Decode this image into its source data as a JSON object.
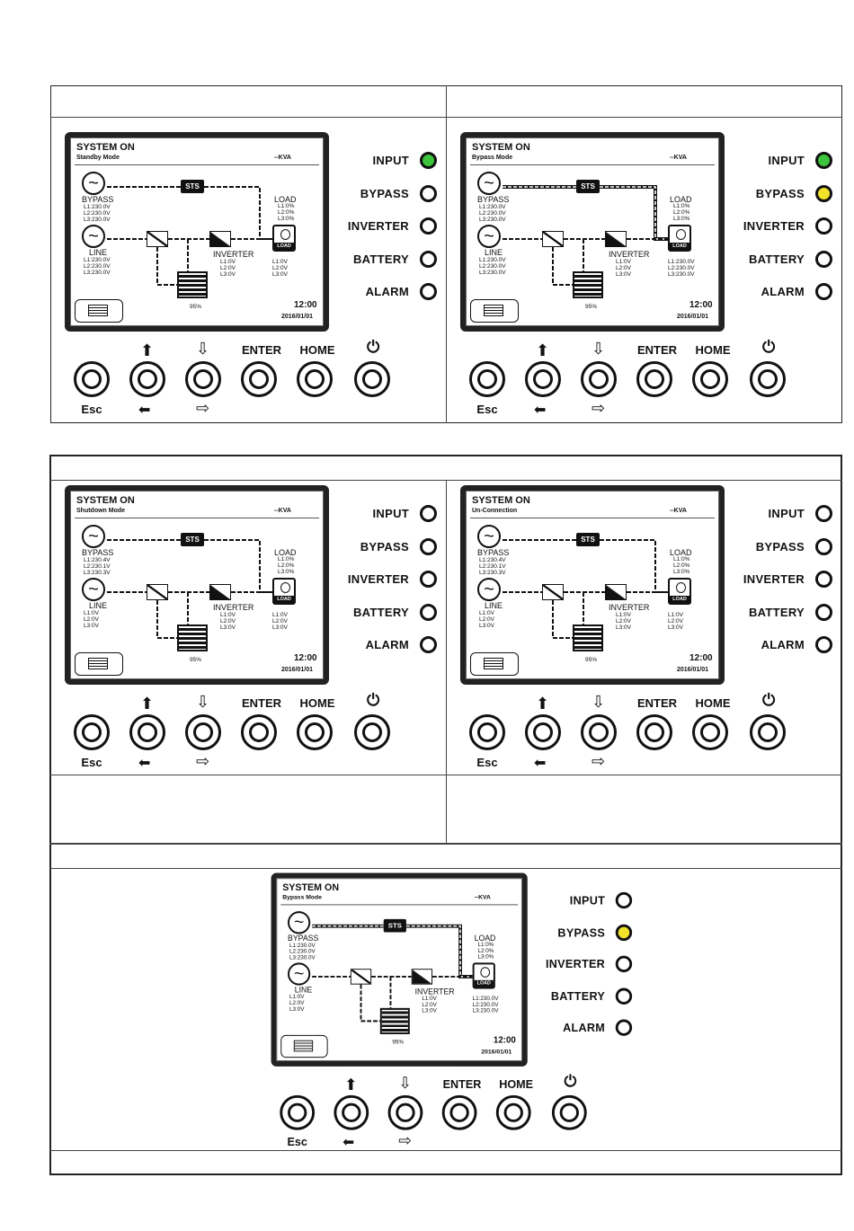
{
  "screens": [
    {
      "mode": "Standby Mode",
      "kva": "--KVA",
      "leds": [
        {
          "label": "INPUT",
          "color": "#3cc43c"
        },
        {
          "label": "BYPASS",
          "color": "#ffffff"
        },
        {
          "label": "INVERTER",
          "color": "#ffffff"
        },
        {
          "label": "BATTERY",
          "color": "#ffffff"
        },
        {
          "label": "ALARM",
          "color": "#ffffff"
        }
      ],
      "bypass_v": "L1:230.0V\nL2:230.0V\nL3:230.0V",
      "line_v": "L1:230.0V\nL2:230.0V\nL3:230.0V",
      "inv_v": "L1:0V\nL2:0V\nL3:0V",
      "load_pct": "L1:0%\nL2:0%\nL3:0%",
      "load_v": "L1:0V\nL2:0V\nL3:0V"
    },
    {
      "mode": "Bypass Mode",
      "kva": "--KVA",
      "leds": [
        {
          "label": "INPUT",
          "color": "#3cc43c"
        },
        {
          "label": "BYPASS",
          "color": "#f2e22a"
        },
        {
          "label": "INVERTER",
          "color": "#ffffff"
        },
        {
          "label": "BATTERY",
          "color": "#ffffff"
        },
        {
          "label": "ALARM",
          "color": "#ffffff"
        }
      ],
      "bypass_v": "L1:230.0V\nL2:230.0V\nL3:230.0V",
      "line_v": "L1:230.0V\nL2:230.0V\nL3:230.0V",
      "inv_v": "L1:0V\nL2:0V\nL3:0V",
      "load_pct": "L1:0%\nL2:0%\nL3:0%",
      "load_v": "L1:230.0V\nL2:230.0V\nL3:230.0V"
    },
    {
      "mode": "Shutdown Mode",
      "kva": "--KVA",
      "leds": [
        {
          "label": "INPUT",
          "color": "#ffffff"
        },
        {
          "label": "BYPASS",
          "color": "#ffffff"
        },
        {
          "label": "INVERTER",
          "color": "#ffffff"
        },
        {
          "label": "BATTERY",
          "color": "#ffffff"
        },
        {
          "label": "ALARM",
          "color": "#ffffff"
        }
      ],
      "bypass_v": "L1:230.4V\nL2:230.1V\nL3:230.3V",
      "line_v": "L1:0V\nL2:0V\nL3:0V",
      "inv_v": "L1:0V\nL2:0V\nL3:0V",
      "load_pct": "L1:0%\nL2:0%\nL3:0%",
      "load_v": "L1:0V\nL2:0V\nL3:0V"
    },
    {
      "mode": "Un-Connection",
      "kva": "--KVA",
      "leds": [
        {
          "label": "INPUT",
          "color": "#ffffff"
        },
        {
          "label": "BYPASS",
          "color": "#ffffff"
        },
        {
          "label": "INVERTER",
          "color": "#ffffff"
        },
        {
          "label": "BATTERY",
          "color": "#ffffff"
        },
        {
          "label": "ALARM",
          "color": "#ffffff"
        }
      ],
      "bypass_v": "L1:230.4V\nL2:230.1V\nL3:230.3V",
      "line_v": "L1:0V\nL2:0V\nL3:0V",
      "inv_v": "L1:0V\nL2:0V\nL3:0V",
      "load_pct": "L1:0%\nL2:0%\nL3:0%",
      "load_v": "L1:0V\nL2:0V\nL3:0V"
    },
    {
      "mode": "Bypass Mode",
      "kva": "--KVA",
      "leds": [
        {
          "label": "INPUT",
          "color": "#ffffff"
        },
        {
          "label": "BYPASS",
          "color": "#f2e22a"
        },
        {
          "label": "INVERTER",
          "color": "#ffffff"
        },
        {
          "label": "BATTERY",
          "color": "#ffffff"
        },
        {
          "label": "ALARM",
          "color": "#ffffff"
        }
      ],
      "bypass_v": "L1:230.0V\nL2:230.0V\nL3:230.0V",
      "line_v": "L1:0V\nL2:0V\nL3:0V",
      "inv_v": "L1:0V\nL2:0V\nL3:0V",
      "load_pct": "L1:0%\nL2:0%\nL3:0%",
      "load_v": "L1:230.0V\nL2:230.0V\nL3:230.0V"
    }
  ],
  "common": {
    "title": "SYSTEM ON",
    "time": "12:00",
    "date": "2016/01/01",
    "battery_pct": "95%",
    "bypass": "BYPASS",
    "line": "LINE",
    "inverter": "INVERTER",
    "load": "LOAD",
    "sts": "STS",
    "load_icon": "LOAD",
    "buttons": {
      "esc": "Esc",
      "enter": "ENTER",
      "home": "HOME"
    }
  }
}
